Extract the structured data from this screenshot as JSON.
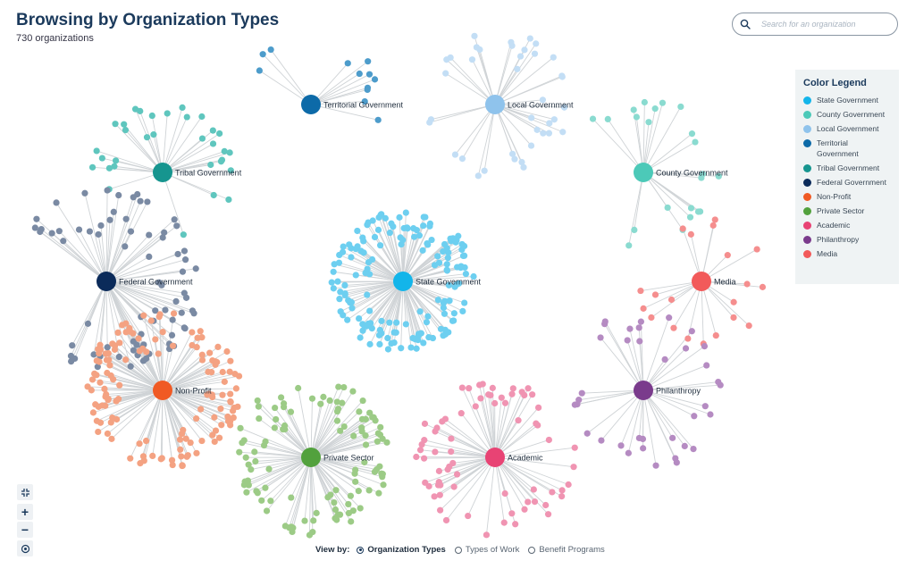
{
  "header": {
    "title": "Browsing by Organization Types",
    "count": "730 organizations"
  },
  "search": {
    "placeholder": "Search for an organization",
    "value": ""
  },
  "legend": {
    "title": "Color Legend",
    "items": [
      {
        "label": "State Government",
        "color": "#13b5ea"
      },
      {
        "label": "County Government",
        "color": "#4cc9b8"
      },
      {
        "label": "Local Government",
        "color": "#8fc3ec"
      },
      {
        "label": "Territorial Government",
        "color": "#0d6aa8"
      },
      {
        "label": "Tribal Government",
        "color": "#16958f"
      },
      {
        "label": "Federal Government",
        "color": "#0b2b5a"
      },
      {
        "label": "Non-Profit",
        "color": "#f05a24"
      },
      {
        "label": "Private Sector",
        "color": "#52a13d"
      },
      {
        "label": "Academic",
        "color": "#e84374"
      },
      {
        "label": "Philanthropy",
        "color": "#7a3b8c"
      },
      {
        "label": "Media",
        "color": "#f25a5a"
      }
    ]
  },
  "graph": {
    "clusters": [
      {
        "label": "Territorial Government",
        "hub_color": "#0d6aa8",
        "leaf_color": "#4d9ccb",
        "leaf_count": 12
      },
      {
        "label": "Local Government",
        "hub_color": "#8fc3ec",
        "leaf_color": "#c3def5",
        "leaf_count": 38
      },
      {
        "label": "Tribal Government",
        "hub_color": "#16958f",
        "leaf_color": "#5fc6be",
        "leaf_count": 32
      },
      {
        "label": "County Government",
        "hub_color": "#4cc9b8",
        "leaf_color": "#8adbd0",
        "leaf_count": 22
      },
      {
        "label": "Federal Government",
        "hub_color": "#0b2b5a",
        "leaf_color": "#7a8aa3",
        "leaf_count": 75
      },
      {
        "label": "State Government",
        "hub_color": "#13b5ea",
        "leaf_color": "#6dcff0",
        "leaf_count": 160
      },
      {
        "label": "Media",
        "hub_color": "#f25a5a",
        "leaf_color": "#f58e8e",
        "leaf_count": 20
      },
      {
        "label": "Non-Profit",
        "hub_color": "#f05a24",
        "leaf_color": "#f4a282",
        "leaf_count": 140
      },
      {
        "label": "Philanthropy",
        "hub_color": "#7a3b8c",
        "leaf_color": "#b58bc2",
        "leaf_count": 36
      },
      {
        "label": "Private Sector",
        "hub_color": "#52a13d",
        "leaf_color": "#9ccb86",
        "leaf_count": 110
      },
      {
        "label": "Academic",
        "hub_color": "#e84374",
        "leaf_color": "#f094b2",
        "leaf_count": 70
      }
    ]
  },
  "view_by": {
    "label": "View by:",
    "options": [
      {
        "label": "Organization Types",
        "selected": true
      },
      {
        "label": "Types of Work",
        "selected": false
      },
      {
        "label": "Benefit Programs",
        "selected": false
      }
    ]
  },
  "controls": {
    "zoom_in": "+",
    "zoom_out": "−"
  }
}
